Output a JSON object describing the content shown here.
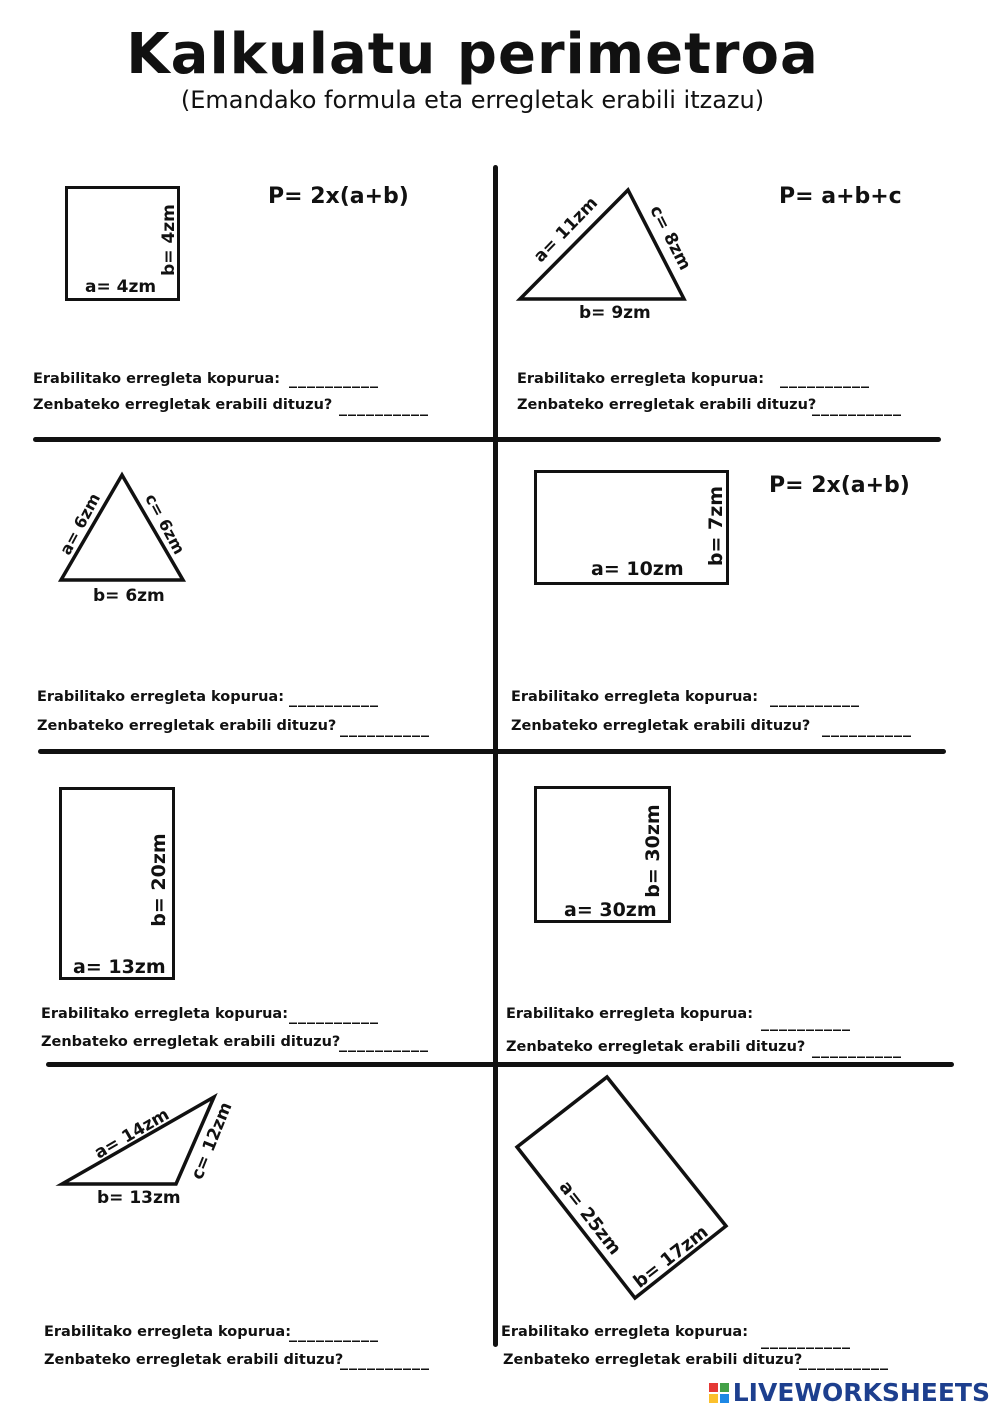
{
  "header": {
    "title": "Kalkulatu perimetroa",
    "subtitle": "(Emandako formula eta erregletak erabili itzazu)"
  },
  "questions": {
    "count_label": "Erabilitako erregleta kopurua:",
    "which_label": "Zenbateko erregletak erabili dituzu?",
    "blank": "__________"
  },
  "cells": [
    {
      "formula": "P= 2x(a+b)",
      "labels": [
        "a= 4zm",
        "b= 4zm"
      ]
    },
    {
      "formula": "P= a+b+c",
      "labels": [
        "a= 11zm",
        "c= 8zm",
        "b= 9zm"
      ]
    },
    {
      "labels": [
        "a= 6zm",
        "c= 6zm",
        "b= 6zm"
      ]
    },
    {
      "formula": "P= 2x(a+b)",
      "labels": [
        "a= 10zm",
        "b= 7zm"
      ]
    },
    {
      "labels": [
        "a= 13zm",
        "b= 20zm"
      ]
    },
    {
      "labels": [
        "a= 30zm",
        "b= 30zm"
      ]
    },
    {
      "labels": [
        "a= 14zm",
        "c= 12zm",
        "b= 13zm"
      ]
    },
    {
      "labels": [
        "a= 25zm",
        "b= 17zm"
      ]
    }
  ],
  "footer": {
    "logo_text": "LIVEWORKSHEETS",
    "logo_squares": [
      "#e53935",
      "#43a047",
      "#fbc02d",
      "#1e88e5"
    ]
  }
}
